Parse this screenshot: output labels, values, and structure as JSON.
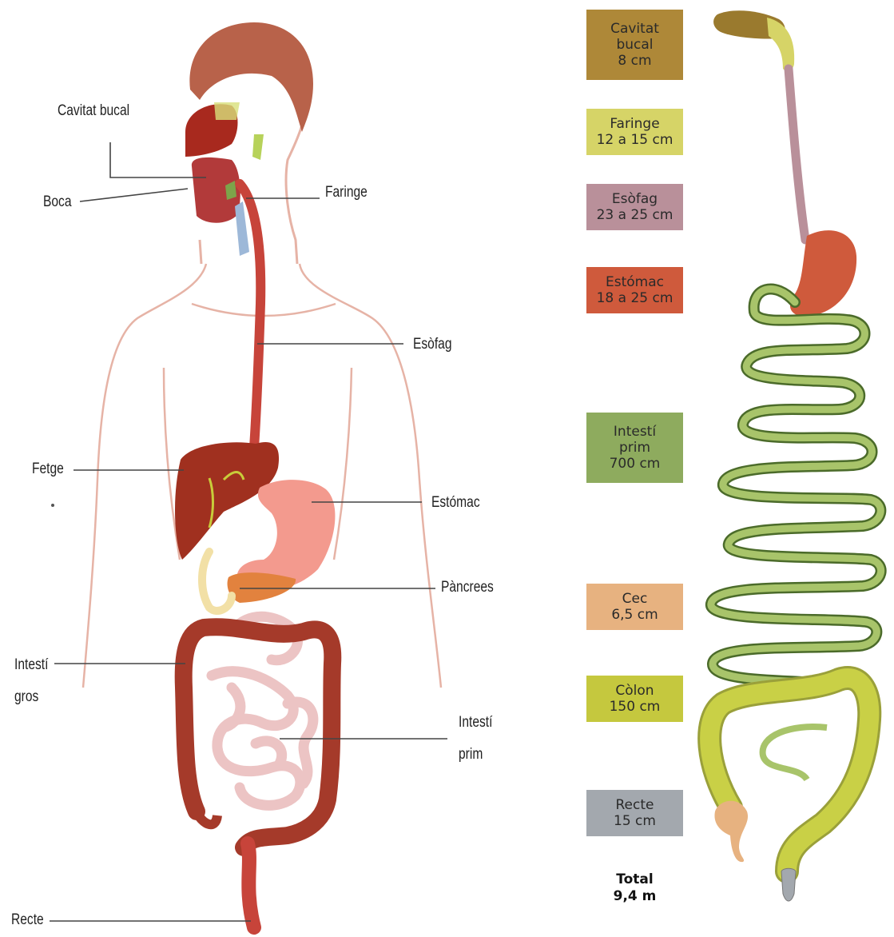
{
  "colors": {
    "hair": "#b8624a",
    "skin_outline": "#e6b3a6",
    "digestive_red": "#c7443a",
    "liver": "#a0301f",
    "stomach": "#f39a8e",
    "pancreas": "#e2823e",
    "large_intestine": "#a53a2a",
    "small_intestine": "#ecc4c4",
    "gut_green": "#a8c46a",
    "gut_green_dark": "#4b6b2a",
    "colon_yellow": "#c9d046"
  },
  "left_diagram": {
    "labels": {
      "cavitat_bucal": "Cavitat bucal",
      "boca": "Boca",
      "faringe": "Faringe",
      "esofag": "Esòfag",
      "fetge": "Fetge",
      "estomac": "Estómac",
      "pancrees": "Pàncrees",
      "intesti_gros": "Intestí\ngros",
      "intesti_prim": "Intestí\nprim",
      "recte": "Recte"
    }
  },
  "right_diagram": {
    "segments": [
      {
        "label": "Cavitat\nbucal\n8 cm",
        "color": "#ae8838"
      },
      {
        "label": "Faringe\n12 a 15 cm",
        "color": "#d6d467"
      },
      {
        "label": "Esòfag\n23 a 25 cm",
        "color": "#b9909a"
      },
      {
        "label": "Estómac\n18 a 25 cm",
        "color": "#cf5a3c"
      },
      {
        "label": "Intestí\nprim\n700 cm",
        "color": "#8eab5e"
      },
      {
        "label": "Cec\n6,5 cm",
        "color": "#e7b280"
      },
      {
        "label": "Còlon\n150 cm",
        "color": "#c5c83e"
      },
      {
        "label": "Recte\n15 cm",
        "color": "#a3a8ae"
      }
    ],
    "total": "Total\n9,4 m"
  }
}
